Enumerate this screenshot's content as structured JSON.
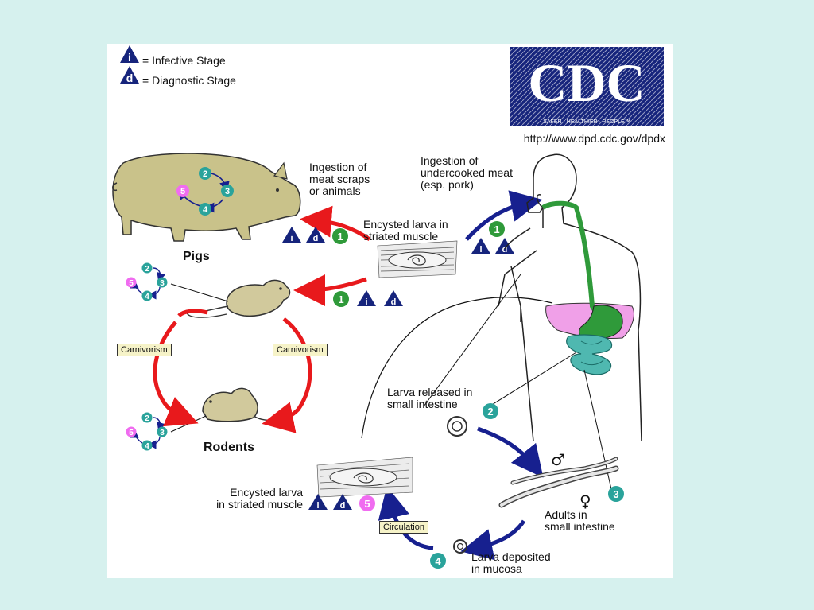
{
  "legend": {
    "infective_letter": "i",
    "infective_label": "= Infective Stage",
    "diagnostic_letter": "d",
    "diagnostic_label": "= Diagnostic Stage"
  },
  "logo": {
    "text": "CDC",
    "tagline": "SAFER · HEALTHIER · PEOPLE™",
    "url": "http://www.dpd.cdc.gov/dpdx"
  },
  "labels": {
    "ingestion_scraps": "Ingestion of\nmeat scraps\nor animals",
    "ingestion_meat": "Ingestion of\nundercooked meat\n(esp. pork)",
    "encysted_top": "Encysted larva in\nstriated muscle",
    "pigs": "Pigs",
    "rodents": "Rodents",
    "carnivorism": "Carnivorism",
    "larva_released": "Larva released in\nsmall intestine",
    "adults": "Adults in\nsmall intestine",
    "larva_deposited": "Larva deposited\nin mucosa",
    "circulation": "Circulation",
    "encysted_bottom": "Encysted larva\nin striated muscle"
  },
  "stages": [
    "1",
    "2",
    "3",
    "4",
    "5"
  ],
  "glyphs": {
    "male": "♂",
    "female": "♀"
  },
  "colors": {
    "background": "#d6f1ee",
    "red_arrow": "#e8191c",
    "blue_arrow": "#17208f",
    "teal_stage": "#2aa39b",
    "green_stage": "#2f9a3a",
    "pink_stage": "#f06cf0",
    "pig": "#c9c28a",
    "rodent": "#d1c99c",
    "stomach_lung": "#f0a0e8",
    "intestine": "#4fb8b0",
    "esophagus": "#2f9a3a",
    "cdc_blue": "#16247c"
  }
}
